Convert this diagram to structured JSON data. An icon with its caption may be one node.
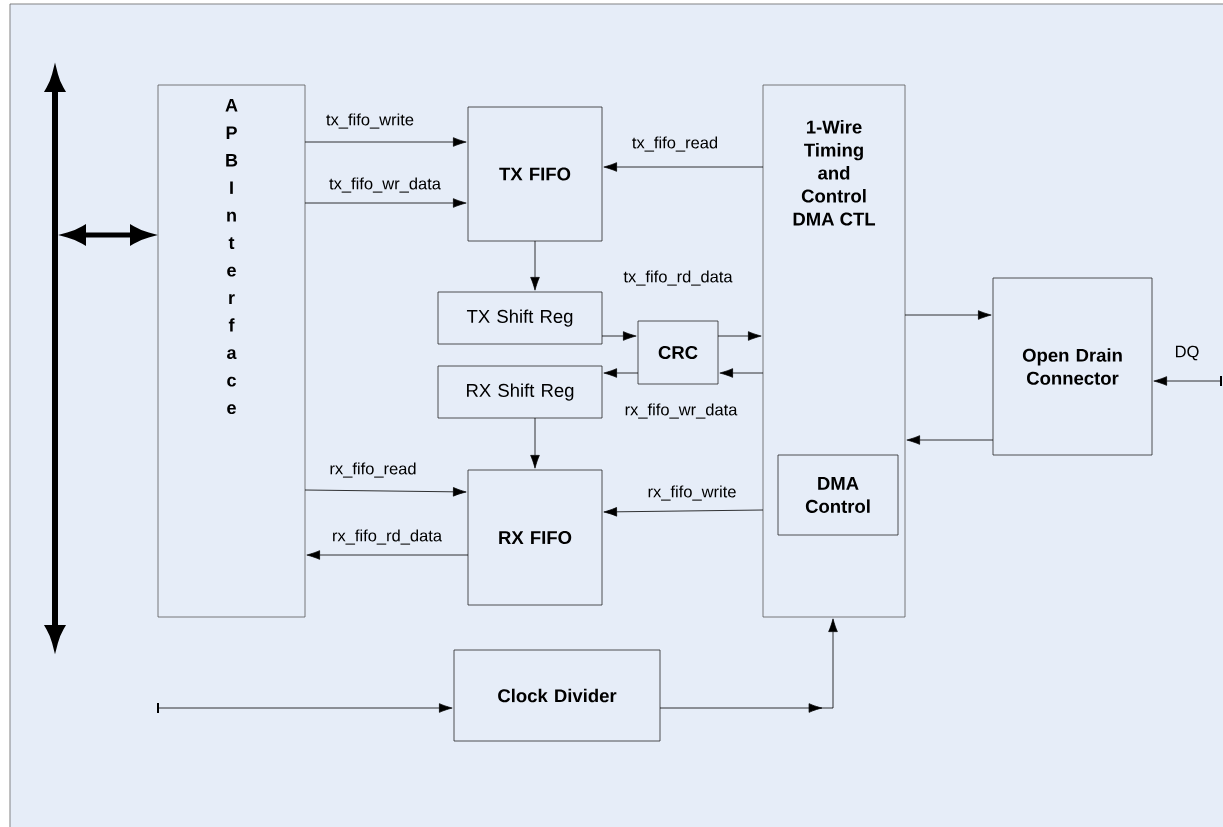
{
  "diagram": {
    "nodes": [
      {
        "text": [],
        "shape": "bar"
      },
      {
        "text": [
          "A P B I n t e r f a c e"
        ]
      },
      {
        "text": [
          "TX FIFO"
        ]
      },
      {
        "text": [
          "TX Shift Reg"
        ]
      },
      {
        "text": [
          "CRC"
        ]
      },
      {
        "text": [
          "RX Shift Reg"
        ]
      },
      {
        "text": [
          "RX FIFO"
        ]
      },
      {
        "text": [
          "1-Wire Timing and Control DMA CTL"
        ]
      },
      {
        "text": [
          "DMA Control"
        ],
        "in": 7
      },
      {
        "text": [
          "Open Drain Connector"
        ]
      },
      {
        "text": [
          "Clock Divider"
        ]
      }
    ],
    "edges": [
      {
        "from": 0,
        "to": 1,
        "arrow": "both",
        "style": "thick"
      },
      {
        "from": 1,
        "to": 2,
        "arrow": "to",
        "label": "tx_fifo_write"
      },
      {
        "from": 1,
        "to": 2,
        "arrow": "to",
        "label": "tx_fifo_wr_data"
      },
      {
        "from": 7,
        "to": 2,
        "arrow": "to",
        "label": "tx_fifo_read"
      },
      {
        "from": 2,
        "to": 3,
        "arrow": "to"
      },
      {
        "from": 3,
        "to": 4,
        "arrow": "to"
      },
      {
        "from": 4,
        "to": 7,
        "arrow": "to"
      },
      {
        "from": 7,
        "to": 4,
        "arrow": "to"
      },
      {
        "from": 4,
        "to": 5,
        "arrow": "to"
      },
      {
        "from": 5,
        "to": 6,
        "arrow": "to"
      },
      {
        "from": 1,
        "to": 6,
        "arrow": "to",
        "label": "rx_fifo_read"
      },
      {
        "from": 6,
        "to": 1,
        "arrow": "to",
        "label": "rx_fifo_rd_data"
      },
      {
        "from": 7,
        "to": 6,
        "arrow": "to",
        "label": "rx_fifo_write"
      },
      {
        "from": 7,
        "to": 9,
        "arrow": "to"
      },
      {
        "from": 9,
        "to": 7,
        "arrow": "to"
      },
      {
        "from": null,
        "to": 9,
        "arrow": "to",
        "label": "DQ"
      },
      {
        "from": null,
        "to": 10,
        "arrow": "to"
      },
      {
        "from": 10,
        "to": 7,
        "arrow": "to"
      }
    ],
    "labels": [
      "tx_fifo_rd_data",
      "rx_fifo_wr_data"
    ]
  }
}
